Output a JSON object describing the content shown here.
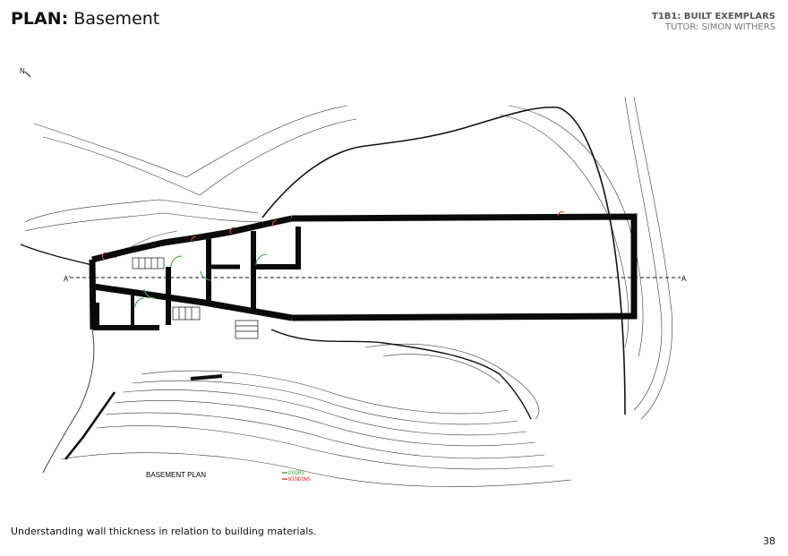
{
  "header": {
    "title_prefix": "PLAN:",
    "title_rest": " Basement",
    "course_code": "T1B1: BUILT EXEMPLARS",
    "tutor": "TUTOR: SIMON WITHERS"
  },
  "drawing": {
    "north_label": "N",
    "section_start": "A'",
    "section_end": "A",
    "plan_label": "BASEMENT PLAN",
    "legend": {
      "doors_label": "DOORS",
      "windows_label": "WINDOWS",
      "doors_color": "#3aa83a",
      "windows_color": "#e0462c"
    }
  },
  "footer": {
    "caption": "Understanding wall thickness in relation to building materials.",
    "page_number": "38"
  }
}
